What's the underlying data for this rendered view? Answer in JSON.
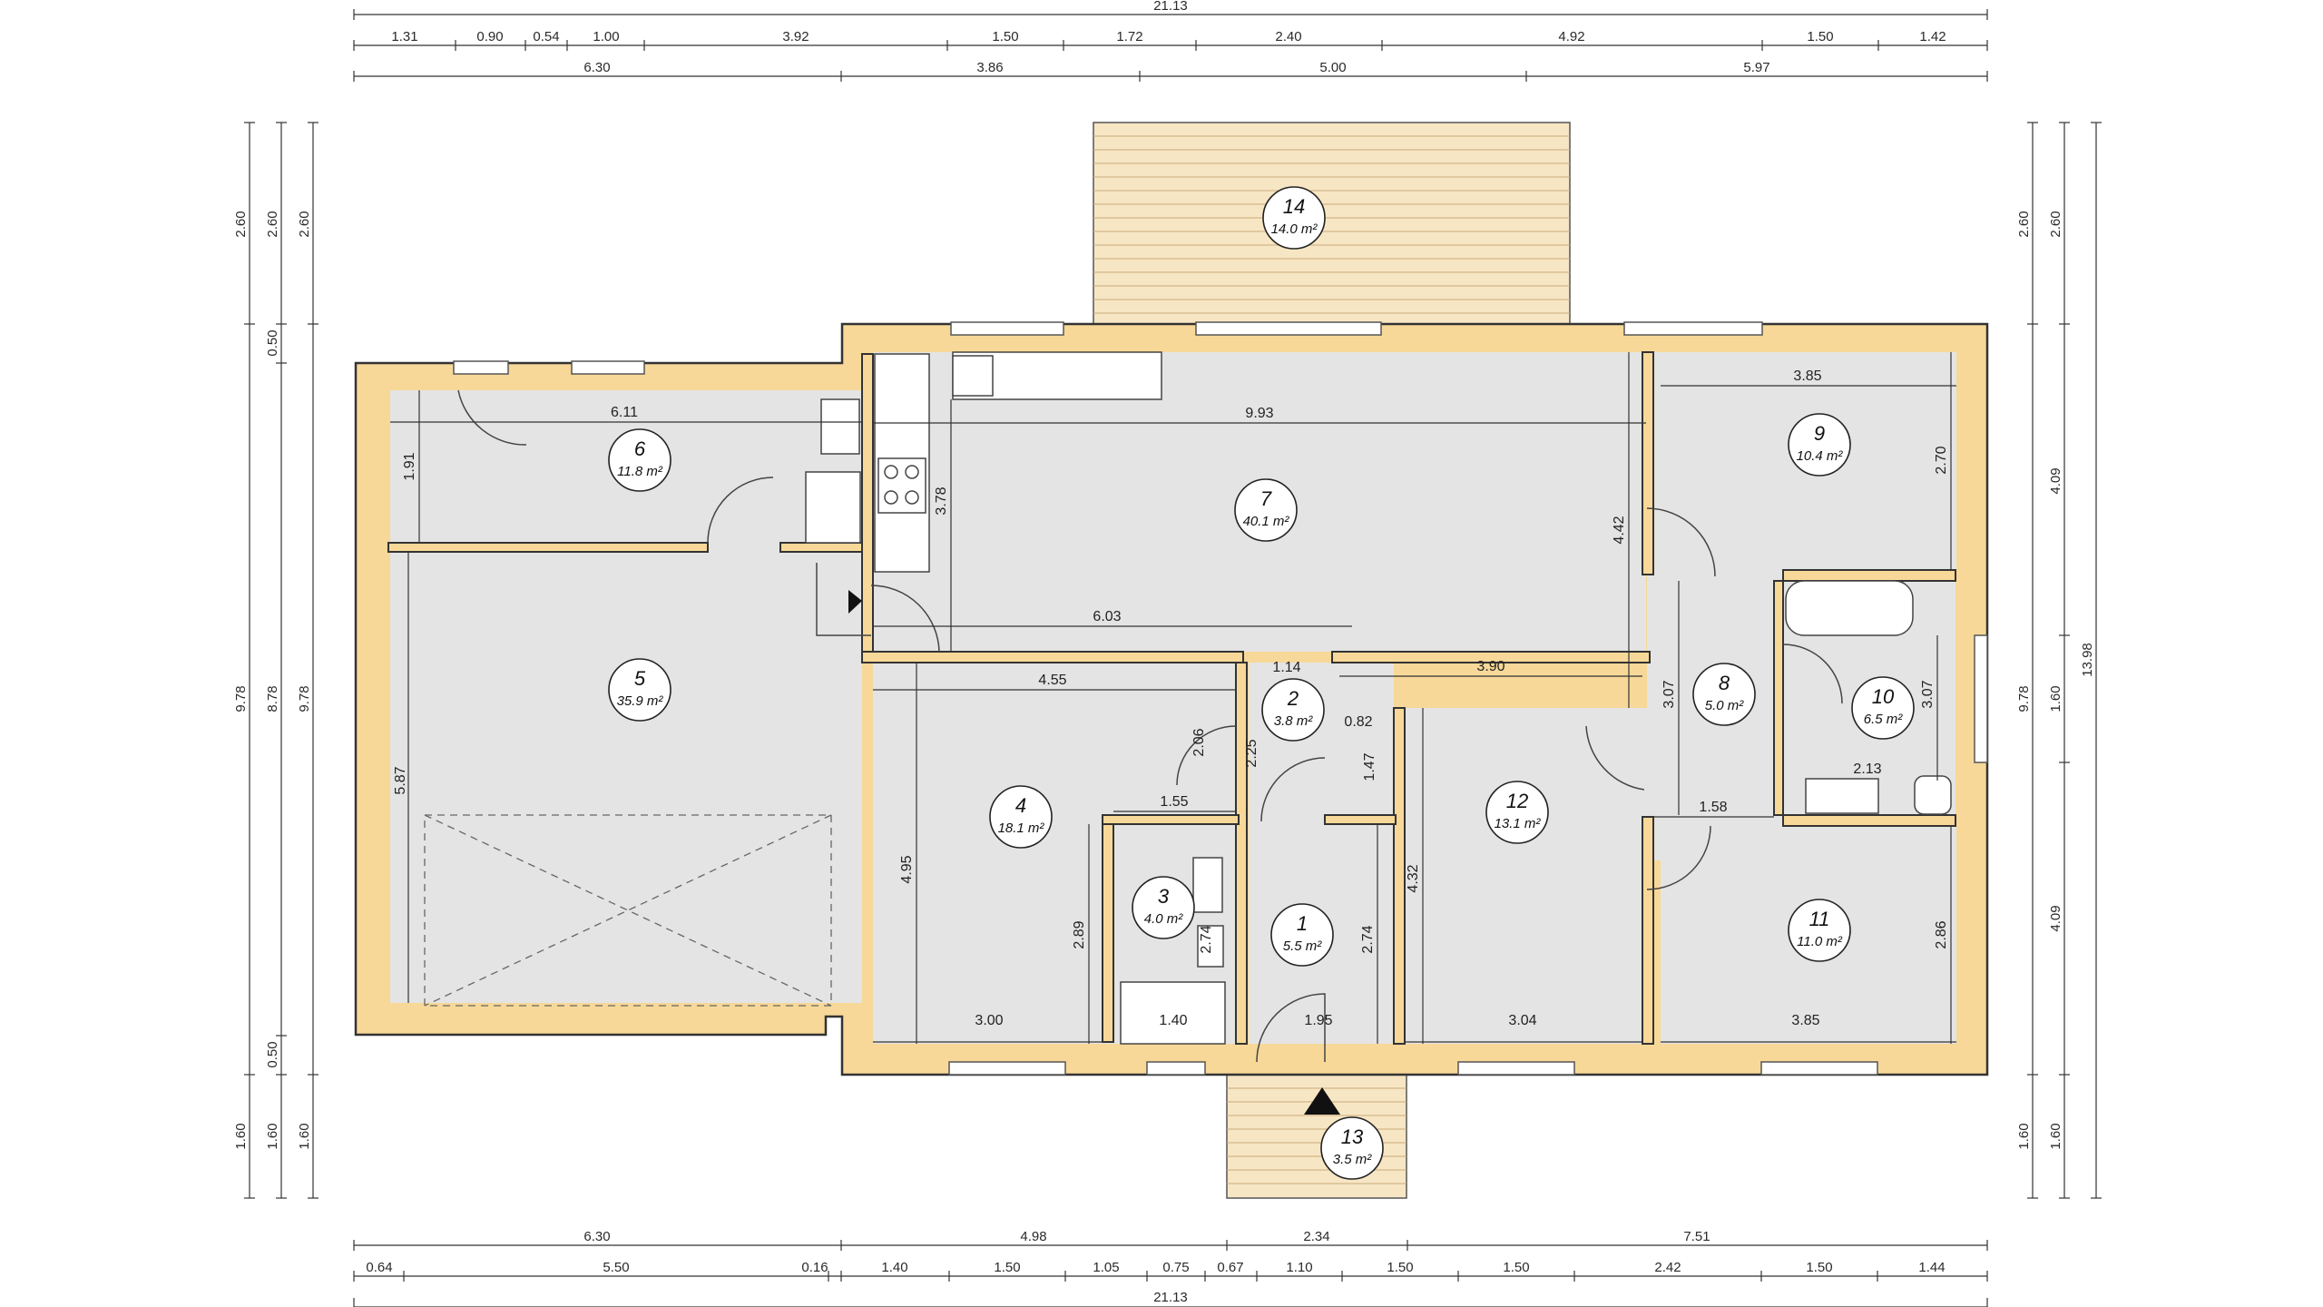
{
  "dimensions": {
    "top_total": "21.13",
    "top_row1": [
      "1.31",
      "0.90",
      "0.54",
      "1.00",
      "3.92",
      "1.50",
      "1.72",
      "2.40",
      "4.92",
      "1.50",
      "1.42"
    ],
    "top_row2": [
      "6.30",
      "3.86",
      "5.00",
      "5.97"
    ],
    "bottom_total": "21.13",
    "bottom_row1": [
      "6.30",
      "4.98",
      "2.34",
      "7.51"
    ],
    "bottom_row2": [
      "0.64",
      "5.50",
      "0.16",
      "1.40",
      "1.50",
      "1.05",
      "0.75",
      "0.67",
      "1.10",
      "1.50",
      "1.50",
      "2.42",
      "1.50",
      "1.44"
    ],
    "left_col1": [
      "2.60",
      "9.78",
      "1.60"
    ],
    "left_col2": [
      "2.60",
      "0.50",
      "8.78",
      "0.50",
      "1.60"
    ],
    "left_col3": [
      "2.60",
      "9.78",
      "1.60"
    ],
    "right_col1": [
      "2.60",
      "9.78",
      "1.60"
    ],
    "right_col2": [
      "2.60",
      "4.09",
      "1.60",
      "4.09",
      "1.60"
    ],
    "right_col3": [
      "13.98"
    ]
  },
  "rooms": [
    {
      "num": "1",
      "area": "5.5 m²"
    },
    {
      "num": "2",
      "area": "3.8 m²"
    },
    {
      "num": "3",
      "area": "4.0 m²"
    },
    {
      "num": "4",
      "area": "18.1 m²"
    },
    {
      "num": "5",
      "area": "35.9 m²"
    },
    {
      "num": "6",
      "area": "11.8 m²"
    },
    {
      "num": "7",
      "area": "40.1 m²"
    },
    {
      "num": "8",
      "area": "5.0 m²"
    },
    {
      "num": "9",
      "area": "10.4 m²"
    },
    {
      "num": "10",
      "area": "6.5 m²"
    },
    {
      "num": "11",
      "area": "11.0 m²"
    },
    {
      "num": "12",
      "area": "13.1 m²"
    },
    {
      "num": "13",
      "area": "3.5 m²"
    },
    {
      "num": "14",
      "area": "14.0 m²"
    }
  ],
  "inner_dims": [
    "6.11",
    "1.91",
    "9.93",
    "3.78",
    "4.42",
    "6.03",
    "3.90",
    "1.14",
    "0.82",
    "2.25",
    "1.47",
    "2.06",
    "4.55",
    "1.55",
    "4.95",
    "2.89",
    "2.74",
    "2.74",
    "5.87",
    "3.00",
    "1.40",
    "1.95",
    "3.04",
    "4.32",
    "3.85",
    "2.70",
    "3.07",
    "3.07",
    "1.58",
    "2.13",
    "2.86",
    "3.85"
  ]
}
